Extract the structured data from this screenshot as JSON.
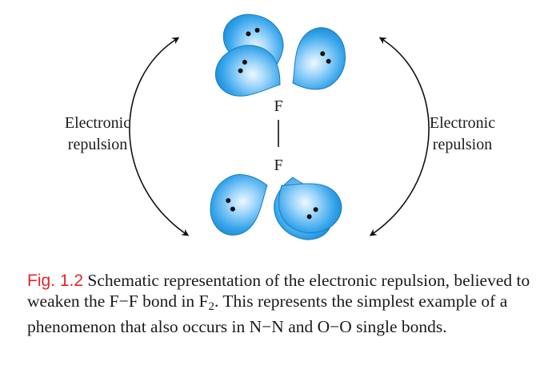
{
  "diagram": {
    "left_label_line1": "Electronic",
    "left_label_line2": "repulsion",
    "right_label_line1": "Electronic",
    "right_label_line2": "repulsion",
    "atom_top": "F",
    "atom_bottom": "F"
  },
  "caption": {
    "fig_label": "Fig. 1.2",
    "text_part1": "Schematic representation of the electronic repulsion, believed to weaken the F−F bond in F",
    "subscript": "2",
    "text_part2": ". This represents the simplest example of a phenomenon that also occurs in N−N and O−O single bonds."
  },
  "colors": {
    "lobe": "#2f9fe6",
    "lobe_highlight": "#e6f5ff",
    "fig_label": "#e0262a"
  }
}
